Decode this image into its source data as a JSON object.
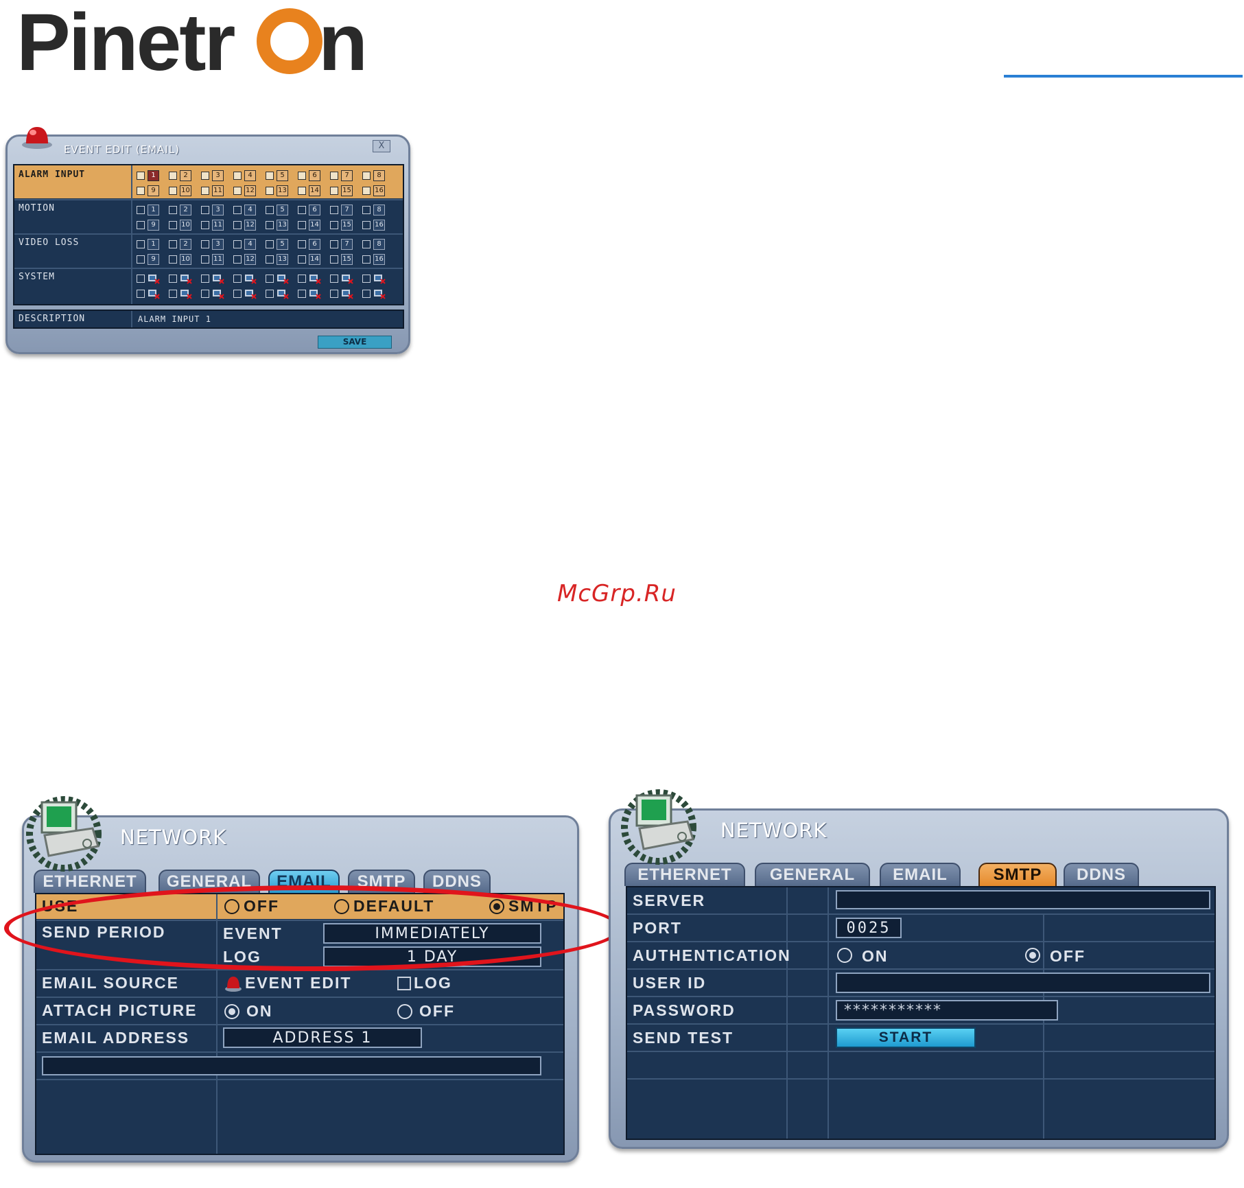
{
  "brand": {
    "logo_text": "Pinetron",
    "accent_color": "#e8821e",
    "rule_color": "#2a7fd4"
  },
  "event_edit": {
    "title": "EVENT EDIT (EMAIL)",
    "close_label": "X",
    "rows": [
      {
        "label": "ALARM INPUT",
        "highlighted": true,
        "checked": [
          1
        ]
      },
      {
        "label": "MOTION",
        "highlighted": false,
        "checked": []
      },
      {
        "label": "VIDEO LOSS",
        "highlighted": false,
        "checked": []
      },
      {
        "label": "SYSTEM",
        "highlighted": false,
        "checked": []
      }
    ],
    "channel_numbers": [
      "1",
      "2",
      "3",
      "4",
      "5",
      "6",
      "7",
      "8",
      "9",
      "10",
      "11",
      "12",
      "13",
      "14",
      "15",
      "16"
    ],
    "description_label": "DESCRIPTION",
    "description_value": "ALARM INPUT 1",
    "save_label": "SAVE"
  },
  "watermark": "McGrp.Ru",
  "network_email": {
    "title": "NETWORK",
    "tabs": [
      "ETHERNET",
      "GENERAL",
      "EMAIL",
      "SMTP",
      "DDNS"
    ],
    "active_tab": "EMAIL",
    "use": {
      "label": "USE",
      "options": [
        "OFF",
        "DEFAULT",
        "SMTP"
      ],
      "selected": "SMTP"
    },
    "send_period": {
      "label": "SEND PERIOD",
      "event_label": "EVENT",
      "event_value": "IMMEDIATELY",
      "log_label": "LOG",
      "log_value": "1 DAY"
    },
    "email_source": {
      "label": "EMAIL SOURCE",
      "event_edit": "EVENT EDIT",
      "log": "LOG"
    },
    "attach_picture": {
      "label": "ATTACH PICTURE",
      "on": "ON",
      "off": "OFF",
      "selected": "ON"
    },
    "email_address": {
      "label": "EMAIL ADDRESS",
      "value": "ADDRESS 1",
      "input_value": ""
    },
    "annotation_color": "#e0141c"
  },
  "network_smtp": {
    "title": "NETWORK",
    "tabs": [
      "ETHERNET",
      "GENERAL",
      "EMAIL",
      "SMTP",
      "DDNS"
    ],
    "active_tab": "SMTP",
    "server": {
      "label": "SERVER",
      "value": ""
    },
    "port": {
      "label": "PORT",
      "value": "0025"
    },
    "authentication": {
      "label": "AUTHENTICATION",
      "on": "ON",
      "off": "OFF",
      "selected": "OFF"
    },
    "user_id": {
      "label": "USER ID",
      "value": ""
    },
    "password": {
      "label": "PASSWORD",
      "value": "***********"
    },
    "send_test": {
      "label": "SEND TEST",
      "button": "START"
    }
  }
}
